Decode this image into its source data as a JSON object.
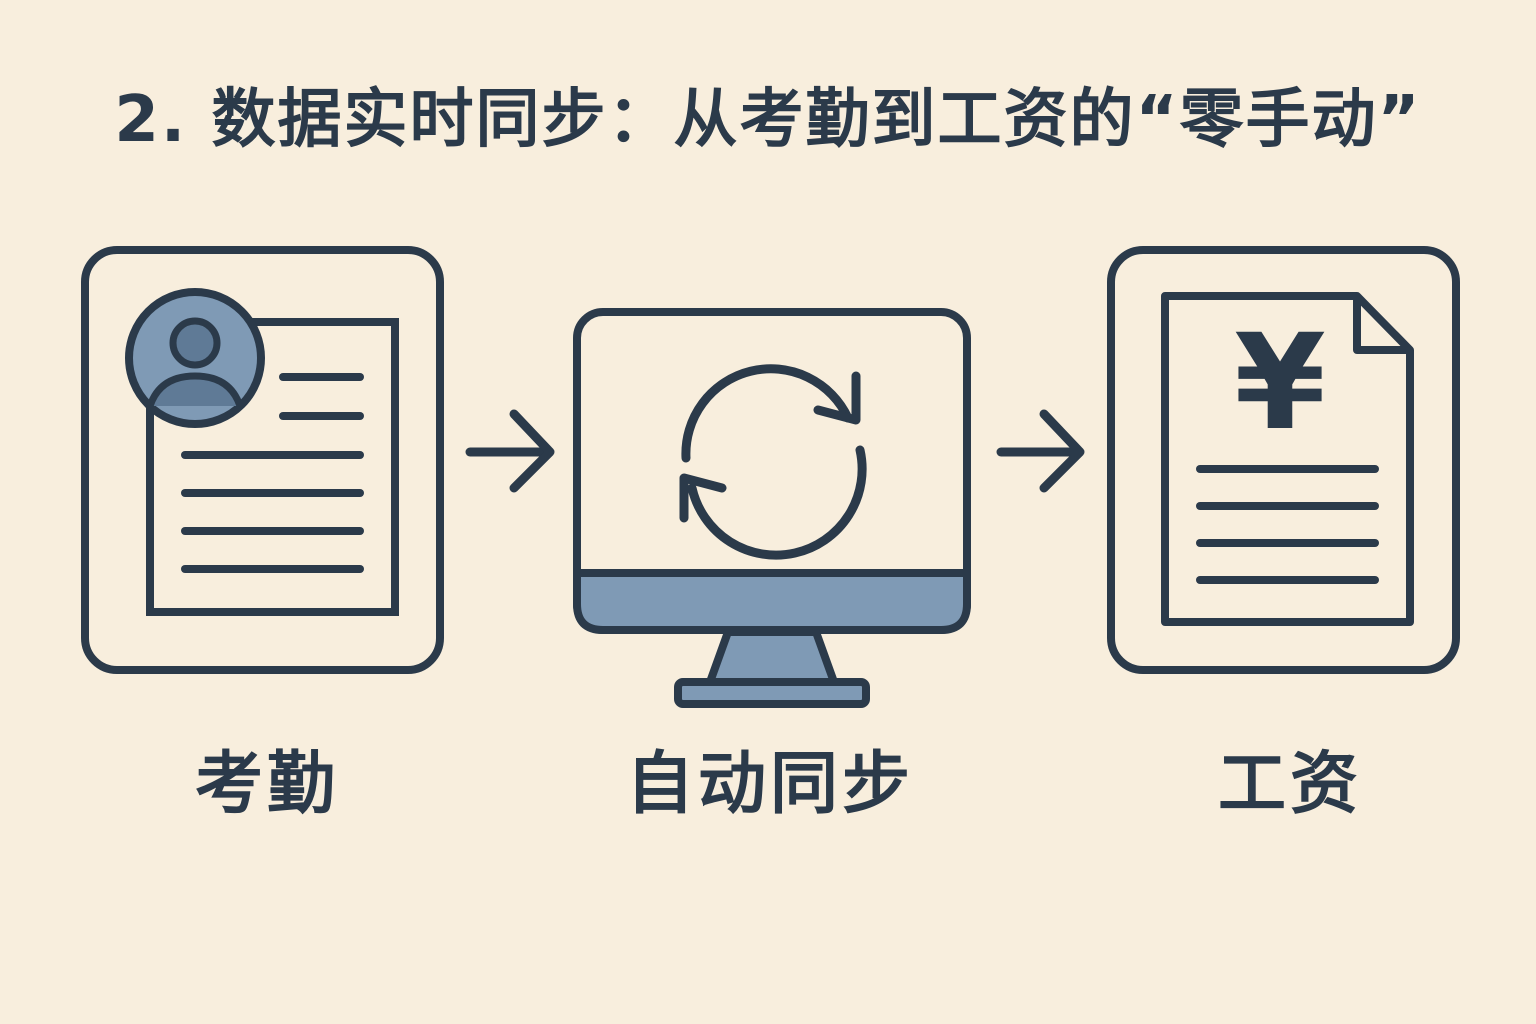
{
  "title": "2. 数据实时同步：从考勤到工资的“零手动”",
  "steps": [
    {
      "label": "考勤",
      "icon": "attendance-document-icon"
    },
    {
      "label": "自动同步",
      "icon": "sync-monitor-icon"
    },
    {
      "label": "工资",
      "icon": "payroll-document-icon"
    }
  ],
  "payroll_symbol": "¥",
  "colors": {
    "background": "#f8eedd",
    "stroke": "#2b3a4a",
    "accent": "#7f9ab5",
    "panel": "#f8eedd"
  }
}
